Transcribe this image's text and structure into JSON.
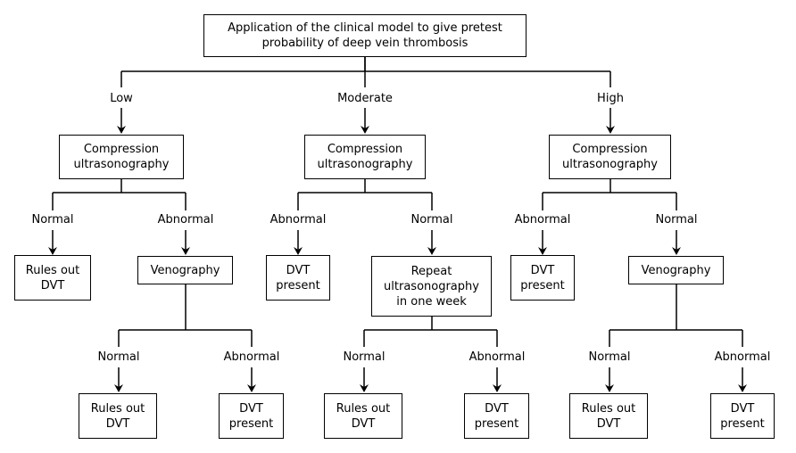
{
  "nodes": {
    "root": "Application of the clinical model to give pretest\nprobability of deep vein thrombosis",
    "cus_low": "Compression\nultrasonography",
    "cus_mod": "Compression\nultrasonography",
    "cus_high": "Compression\nultrasonography",
    "low_normal_result": "Rules out\nDVT",
    "low_venography": "Venography",
    "low_ven_normal_result": "Rules out\nDVT",
    "low_ven_abnormal_result": "DVT\npresent",
    "mod_abnormal_result": "DVT\npresent",
    "mod_repeat": "Repeat\nultrasonography\nin one week",
    "mod_rep_normal_result": "Rules out\nDVT",
    "mod_rep_abnormal_result": "DVT\npresent",
    "high_abnormal_result": "DVT\npresent",
    "high_venography": "Venography",
    "high_ven_normal_result": "Rules out\nDVT",
    "high_ven_abnormal_result": "DVT\npresent"
  },
  "edge_labels": {
    "low": "Low",
    "moderate": "Moderate",
    "high": "High",
    "low_normal": "Normal",
    "low_abnormal": "Abnormal",
    "mod_abnormal": "Abnormal",
    "mod_normal": "Normal",
    "high_abnormal": "Abnormal",
    "high_normal": "Normal",
    "low_ven_normal": "Normal",
    "low_ven_abnormal": "Abnormal",
    "mod_rep_normal": "Normal",
    "mod_rep_abnormal": "Abnormal",
    "high_ven_normal": "Normal",
    "high_ven_abnormal": "Abnormal"
  }
}
